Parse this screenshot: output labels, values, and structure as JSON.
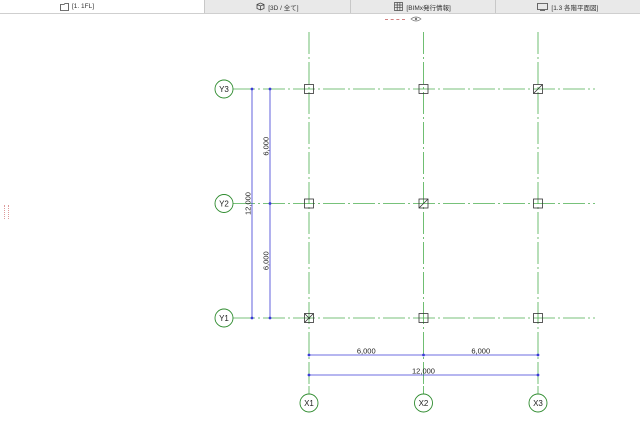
{
  "tabs": [
    {
      "label": "[1. 1FL]",
      "icon": "floor-plan-icon",
      "active": true
    },
    {
      "label": "[3D / 全て]",
      "icon": "cube-3d-icon",
      "active": false
    },
    {
      "label": "[BIMx発行情報]",
      "icon": "table-grid-icon",
      "active": false
    },
    {
      "label": "[1.3 各階平面図]",
      "icon": "layout-sheet-icon",
      "active": false
    }
  ],
  "grid": {
    "x_axes": [
      {
        "label": "X1",
        "pos": 0
      },
      {
        "label": "X2",
        "pos": 6000
      },
      {
        "label": "X3",
        "pos": 12000
      }
    ],
    "y_axes": [
      {
        "label": "Y3",
        "pos": 12000
      },
      {
        "label": "Y2",
        "pos": 6000
      },
      {
        "label": "Y1",
        "pos": 0
      }
    ],
    "dim_x": {
      "segments": [
        "6,000",
        "6,000"
      ],
      "total": "12,000"
    },
    "dim_y": {
      "segments": [
        "6,000",
        "6,000"
      ],
      "total": "12,000"
    },
    "colors": {
      "grid_line": "#4caf50",
      "bubble": "#2e8b2e",
      "dimension": "#3b3bd6",
      "column": "#333333"
    }
  },
  "columns": [
    {
      "x": "X1",
      "y": "Y3",
      "mark": "none"
    },
    {
      "x": "X2",
      "y": "Y3",
      "mark": "none"
    },
    {
      "x": "X3",
      "y": "Y3",
      "mark": "diagonal"
    },
    {
      "x": "X1",
      "y": "Y2",
      "mark": "none"
    },
    {
      "x": "X2",
      "y": "Y2",
      "mark": "diagonal"
    },
    {
      "x": "X3",
      "y": "Y2",
      "mark": "none"
    },
    {
      "x": "X1",
      "y": "Y1",
      "mark": "cross"
    },
    {
      "x": "X2",
      "y": "Y1",
      "mark": "none"
    },
    {
      "x": "X3",
      "y": "Y1",
      "mark": "none"
    }
  ]
}
